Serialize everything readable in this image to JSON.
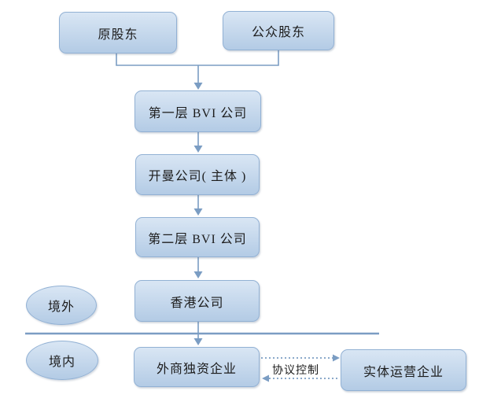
{
  "diagram": {
    "nodes": {
      "original": {
        "label": "原股东"
      },
      "public": {
        "label": "公众股东"
      },
      "bvi1": {
        "label": "第一层 BVI 公司"
      },
      "cayman": {
        "label": "开曼公司( 主体 )"
      },
      "bvi2": {
        "label": "第二层 BVI 公司"
      },
      "hongkong": {
        "label": "香港公司"
      },
      "wfoe": {
        "label": "外商独资企业"
      },
      "operating": {
        "label": "实体运营企业"
      }
    },
    "regions": {
      "offshore": {
        "label": "境外"
      },
      "onshore": {
        "label": "境内"
      }
    },
    "edge_labels": {
      "vie_control": "协议控制"
    },
    "colors": {
      "background": "#ffffff",
      "node_fill_top": "#d9e6f4",
      "node_fill_bottom": "#b3cbe5",
      "node_border": "#92b1d4",
      "connector": "#7b9dc3",
      "text": "#1c1c1c"
    }
  }
}
